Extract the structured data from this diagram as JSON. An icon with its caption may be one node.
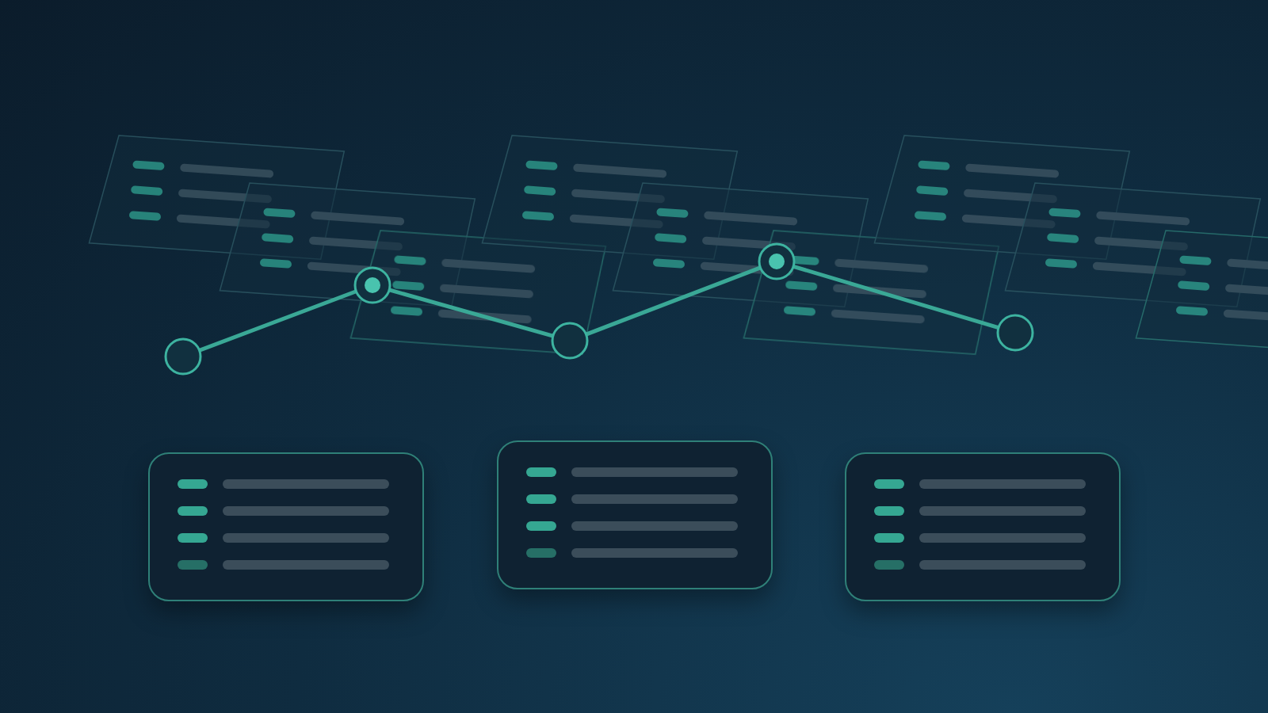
{
  "diagram": {
    "nodes": [
      {
        "text": [],
        "shape": "circle"
      },
      {
        "text": [],
        "shape": "circle"
      },
      {
        "text": [],
        "shape": "circle"
      },
      {
        "text": [],
        "shape": "circle"
      },
      {
        "text": [],
        "shape": "circle"
      },
      {
        "text": [],
        "shape": "box"
      },
      {
        "text": [],
        "shape": "box"
      },
      {
        "text": [],
        "shape": "box"
      }
    ],
    "edges": [
      {
        "from": 0,
        "to": 1,
        "arrow": "none"
      },
      {
        "from": 1,
        "to": 2,
        "arrow": "none"
      },
      {
        "from": 2,
        "to": 3,
        "arrow": "none"
      },
      {
        "from": 3,
        "to": 4,
        "arrow": "none"
      }
    ]
  }
}
